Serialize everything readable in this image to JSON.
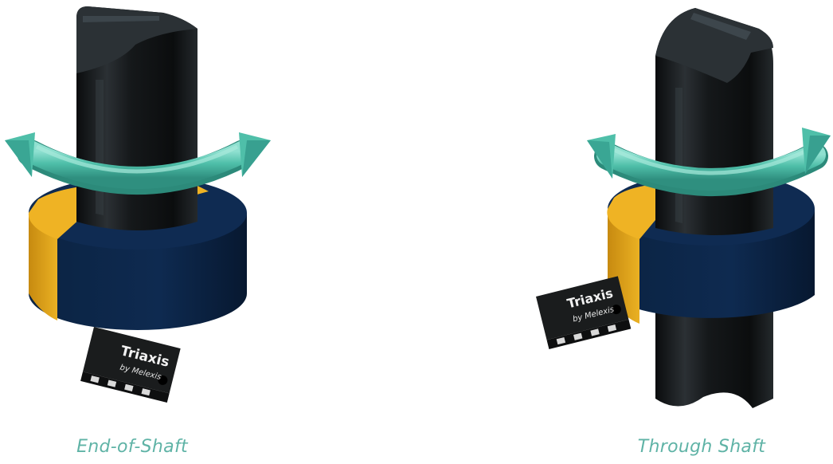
{
  "captions": {
    "end_of_shaft": "End-of-Shaft",
    "through_shaft": "Through Shaft"
  },
  "chip": {
    "brand": "Triaxis",
    "subbrand": "by Melexis"
  },
  "colors": {
    "caption": "#5fb3a6",
    "shaft": "#16191b",
    "arrow": "#5ec5b0",
    "magnet_yellow": "#e3a81c",
    "magnet_blue": "#0c2445",
    "chip_body": "#1d1f20",
    "chip_text": "#f2f2f2",
    "background": "#ffffff"
  },
  "icons": [
    "rotation-arrow-icon",
    "shaft-icon",
    "magnet-icon",
    "sensor-chip-icon"
  ]
}
